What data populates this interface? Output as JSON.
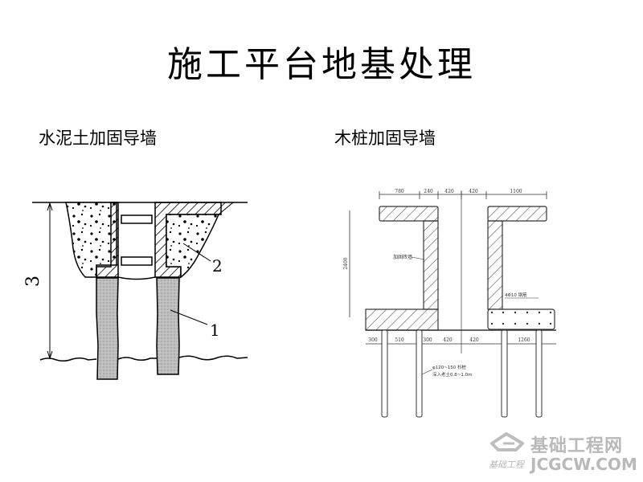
{
  "slide": {
    "title": "施工平台地基处理",
    "left_section": {
      "heading": "水泥土加固导墙",
      "labels": {
        "depth": "3",
        "callout_1": "1",
        "callout_2": "2"
      }
    },
    "right_section": {
      "heading": "木桩加固导墙",
      "top_dimensions": [
        "780",
        "240",
        "420",
        "420",
        "1100"
      ],
      "bottom_dimensions": [
        "300",
        "510",
        "300",
        "420",
        "420",
        "1260"
      ],
      "vertical_dimension": "2400",
      "wall_label": "加固砖墙",
      "rebar_label": "4Φ10 钢筋",
      "pile_note_line1": "φ120~150 杉桩",
      "pile_note_line2": "深入老土0.8~1.0m"
    },
    "watermark": {
      "name_cn": "基础工程网",
      "name_small": "基础工程",
      "domain": "JCGCW.COM",
      "color": "#b9b9b9"
    }
  }
}
